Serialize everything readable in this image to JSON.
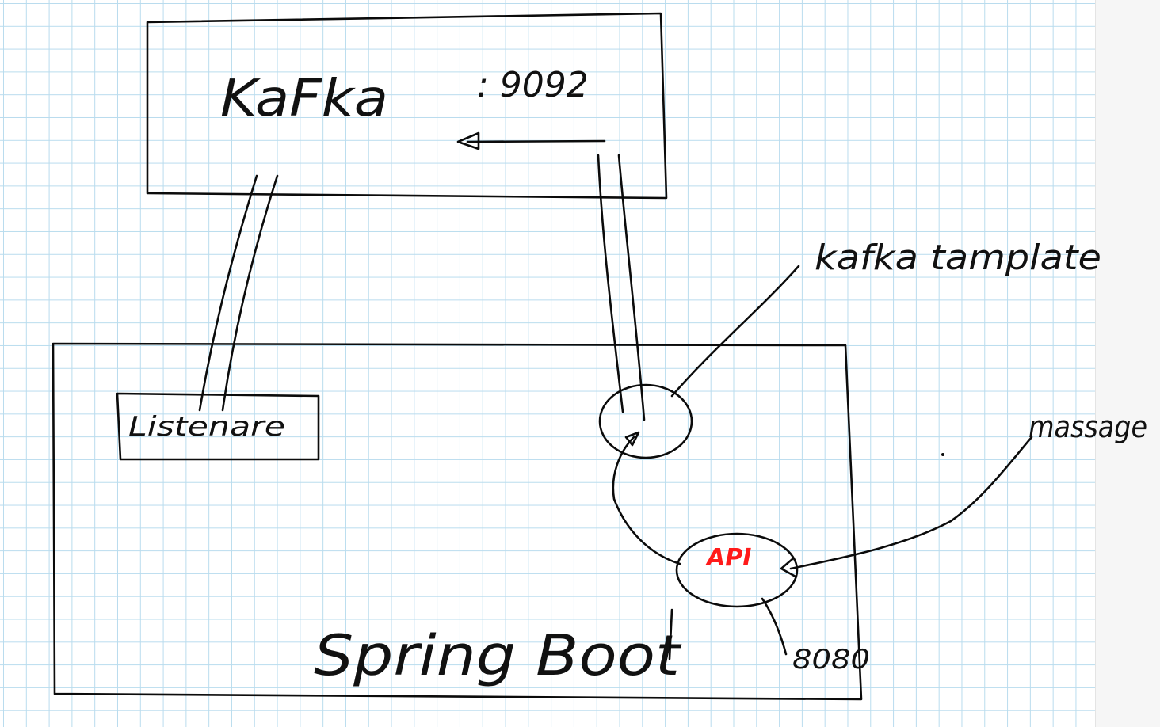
{
  "canvas": {
    "background": "#ffffff",
    "grid_color": "#b9dcee",
    "ink_color": "#0b0b0b",
    "accent_color": "#ff1a1a"
  },
  "kafka_box": {
    "label": "KaFka",
    "port": ": 9092"
  },
  "spring_boot_box": {
    "label": "Spring Boot",
    "listener": "Listenare"
  },
  "nodes": {
    "template_label": "kafka tamplate",
    "api_label": "API",
    "api_port": "8080",
    "message_label": "massage"
  }
}
